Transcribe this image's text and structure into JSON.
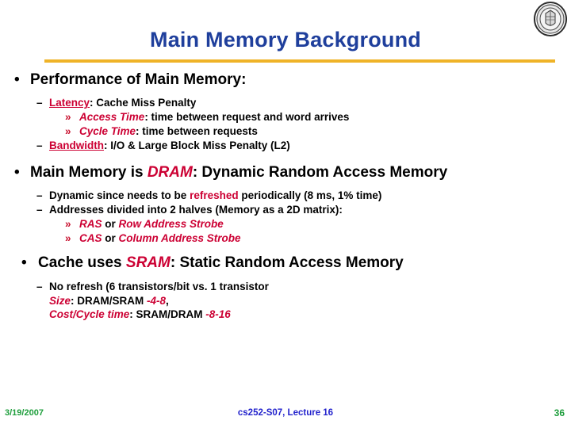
{
  "slide": {
    "title": "Main Memory Background",
    "accent_gold": "#EFB328",
    "title_blue": "#1F3F9C",
    "emphasis_red": "#CC0033"
  },
  "logo": {
    "name": "university-seal"
  },
  "content": {
    "b1": {
      "marker": "•",
      "text": "Performance of Main Memory:"
    },
    "b1_s1": {
      "marker": "–",
      "term": "Latency",
      "rest": ": Cache Miss Penalty"
    },
    "b1_s1_a": {
      "marker": "»",
      "term": "Access Time",
      "rest": ": time between request and word arrives"
    },
    "b1_s1_b": {
      "marker": "»",
      "term": "Cycle Time",
      "rest": ": time between requests"
    },
    "b1_s2": {
      "marker": "–",
      "term": "Bandwidth",
      "rest": ": I/O & Large Block Miss Penalty (L2)"
    },
    "b2": {
      "marker": "•",
      "pre": "Main Memory is ",
      "term": "DRAM",
      "rest": ": Dynamic Random Access Memory"
    },
    "b2_s1": {
      "marker": "–",
      "pre": "Dynamic since needs to be ",
      "term": "refreshed",
      "rest": " periodically (8 ms, 1% time)"
    },
    "b2_s2": {
      "marker": "–",
      "text": "Addresses divided into 2 halves (Memory as a 2D matrix):"
    },
    "b2_s2_a": {
      "marker": "»",
      "term1": "RAS",
      "mid": " or ",
      "term2": "Row Address Strobe"
    },
    "b2_s2_b": {
      "marker": "»",
      "term1": "CAS",
      "mid": " or ",
      "term2": "Column Address Strobe"
    },
    "b3": {
      "marker": "•",
      "pre": "Cache uses ",
      "term": "SRAM",
      "rest": ": Static Random Access Memory"
    },
    "b3_s1": {
      "marker": "–",
      "text": "No refresh (6 transistors/bit vs. 1 transistor"
    },
    "b3_s1_l2": {
      "term": "Size",
      "mid": ": DRAM/SRAM ",
      "value": "-4-8",
      "tail": ","
    },
    "b3_s1_l3": {
      "term": "Cost/Cycle time",
      "mid": ": SRAM/DRAM ",
      "value": "-8-16"
    }
  },
  "footer": {
    "date": "3/19/2007",
    "course": "cs252-S07, Lecture 16",
    "page": "36"
  }
}
